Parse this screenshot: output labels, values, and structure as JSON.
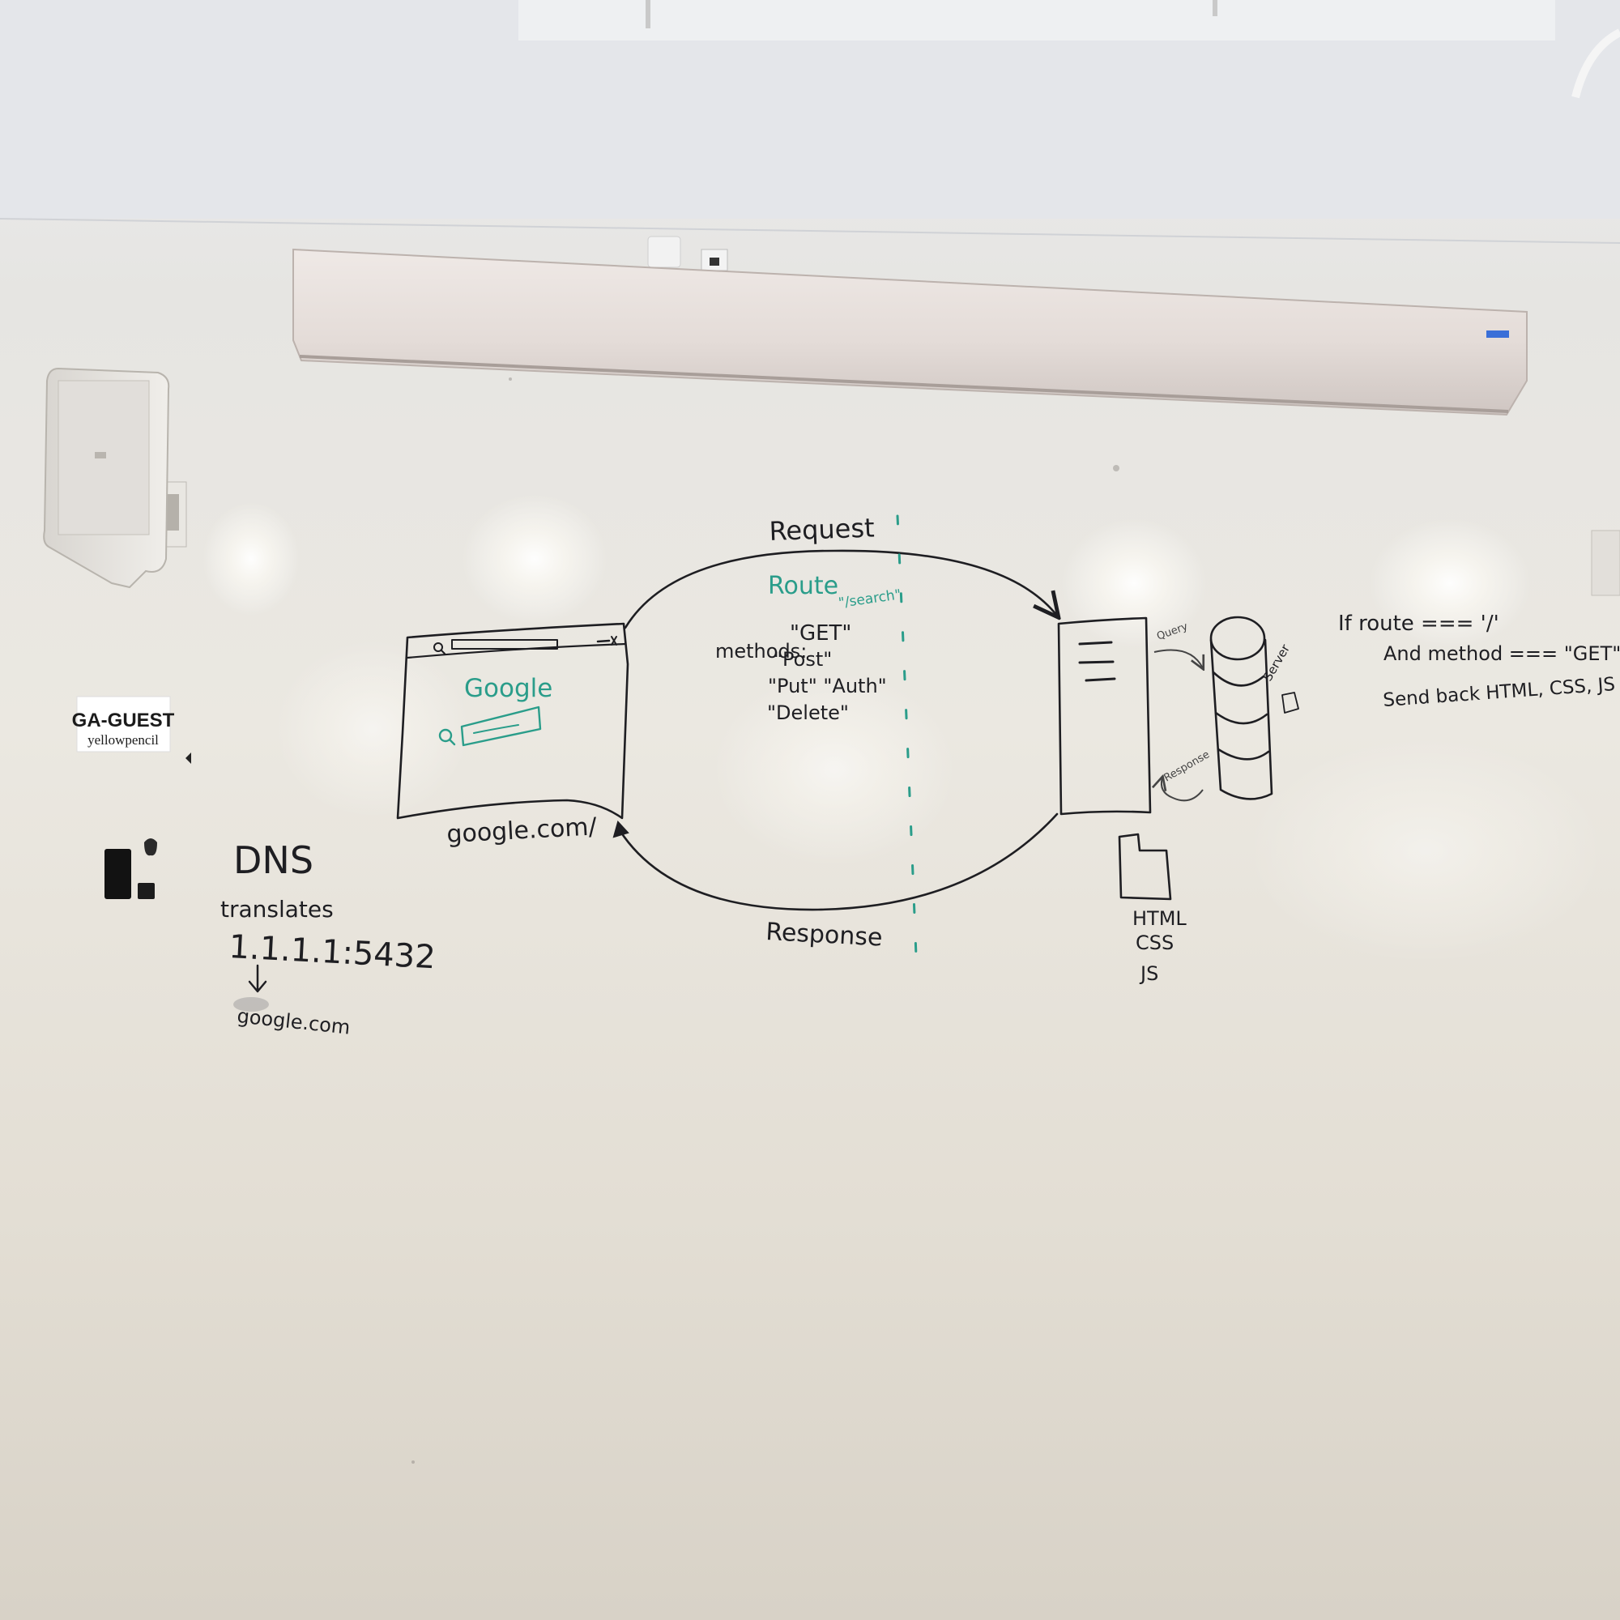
{
  "scene": {
    "surface": "whiteboard wall",
    "colors": {
      "marker_black": "#1e1e22",
      "marker_green": "#2a9d8a",
      "wall": "#e8e5de",
      "screen_housing": "#e6e0dc",
      "tape_blue": "#3a6fd8"
    }
  },
  "wifi_sign": {
    "network": "GA-GUEST",
    "password": "yellowpencil"
  },
  "dns_note": {
    "title": "DNS",
    "verb": "translates",
    "address": "1.1.1.1:5432",
    "domain": "google.com"
  },
  "browser_sketch": {
    "logo": "Google",
    "caption": "google.com/",
    "icons": [
      "search-icon",
      "close-icon"
    ]
  },
  "request_arrow": {
    "label": "Request",
    "route_title": "Route",
    "route_path": "\"/search\"",
    "methods_prefix": "methods:",
    "methods": [
      "\"GET\"",
      "\"Post\"",
      "\"Put\"  \"Auth\"",
      "\"Delete\""
    ]
  },
  "response_arrow": {
    "label": "Response"
  },
  "server_sketch": {
    "query_label": "Query",
    "response_label": "Response",
    "database_label": "Server",
    "file_types": [
      "HTML",
      "CSS",
      "JS"
    ]
  },
  "pseudo_code": {
    "lines": [
      "If  route === '/'",
      "And method === \"GET\"",
      "Send back HTML, CSS, JS"
    ]
  }
}
